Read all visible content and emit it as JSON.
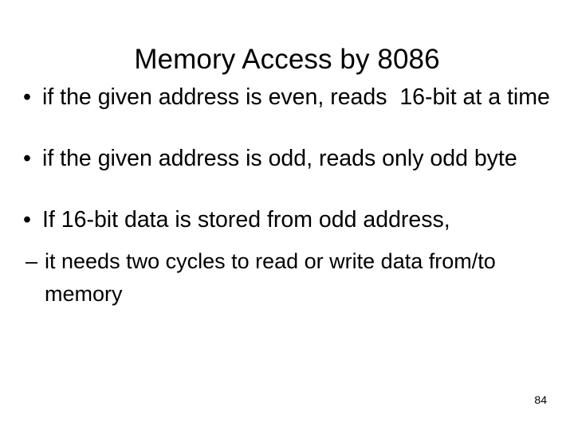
{
  "slide": {
    "title": "Memory Access by 8086",
    "background_color": "#ffffff",
    "text_color": "#000000",
    "bullets": [
      {
        "marker": "•",
        "text": "if the given address is even, reads  16-bit at a time"
      },
      {
        "marker": "•",
        "text": "if the given address is odd, reads only odd byte"
      },
      {
        "marker": "•",
        "text": "If 16-bit data is stored from odd address,",
        "sub_bullets": [
          {
            "marker": "–",
            "text": "it needs two cycles to read or write data from/to memory"
          }
        ]
      }
    ],
    "page_number": "84"
  }
}
